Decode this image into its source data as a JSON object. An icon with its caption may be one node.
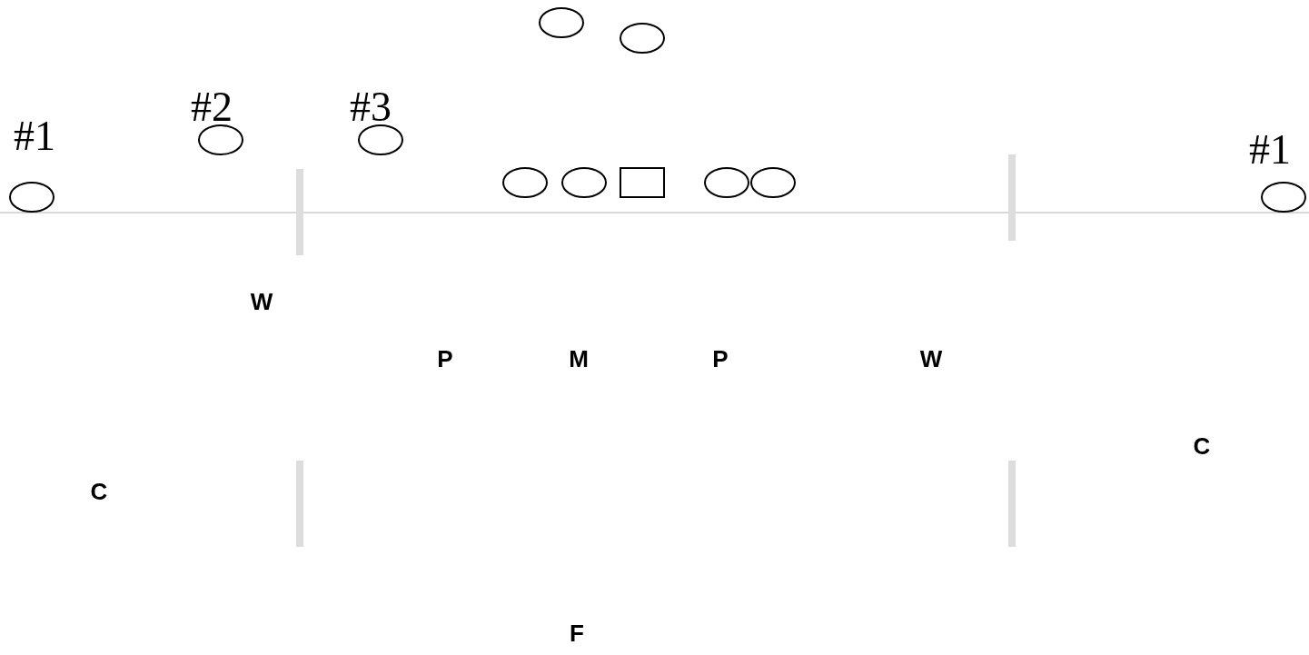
{
  "diagram": {
    "labels": [
      "#1",
      "#2",
      "#3",
      "#1",
      "W",
      "P",
      "M",
      "P",
      "W",
      "C",
      "C",
      "F"
    ]
  }
}
